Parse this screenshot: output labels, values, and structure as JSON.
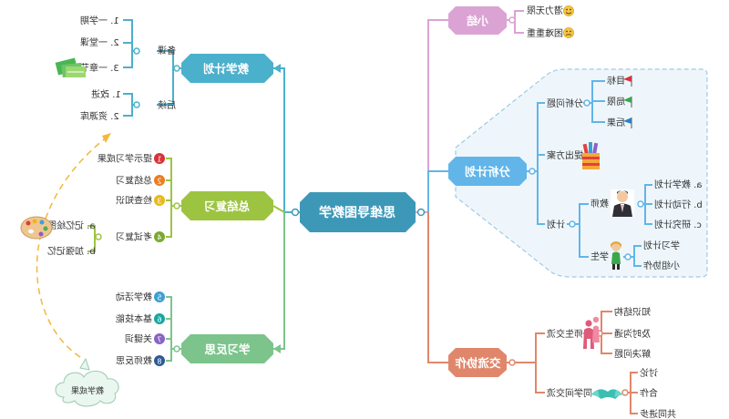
{
  "center": {
    "label": "思维导图教学"
  },
  "branches": {
    "teaching_plan": {
      "label": "教学计划",
      "groups": [
        {
          "label": "备课",
          "items": [
            "1. 一学期",
            "2. 一堂课",
            "3. 一章节"
          ]
        },
        {
          "label": "后续",
          "items": [
            "1. 改进",
            "2. 资源库"
          ]
        }
      ]
    },
    "summary_review": {
      "label": "总结复习",
      "items": [
        "提示学习成果",
        "总结复习",
        "检查知识",
        "考试复习"
      ],
      "numbers": [
        "1",
        "2",
        "3",
        "4"
      ],
      "sub_items": [
        "a. 记忆绘图",
        "b. 加强记忆"
      ]
    },
    "learning_reflection": {
      "label": "学习反思",
      "items": [
        "教学活动",
        "基本技能",
        "关键词",
        "教师反思"
      ],
      "numbers": [
        "5",
        "6",
        "7",
        "8"
      ],
      "cloud": "教学成果"
    },
    "summary": {
      "label": "小结",
      "items": [
        "潜力无限",
        "困难重重"
      ]
    },
    "analysis_plan": {
      "label": "分析计划",
      "analyze": {
        "label": "分析问题",
        "items": [
          "目标",
          "局限",
          "后果"
        ]
      },
      "propose": {
        "label": "提出方案"
      },
      "plan": {
        "label": "计划",
        "teacher": {
          "label": "教师",
          "items": [
            "a. 教学计划",
            "b. 行动计划",
            "c. 研究计划"
          ]
        },
        "student": {
          "label": "学生",
          "items": [
            "学习计划",
            "小组协作"
          ]
        }
      }
    },
    "collaboration": {
      "label": "交流协作",
      "teacher_exchange": {
        "label": "师生交流",
        "items": [
          "知识结构",
          "及时沟通",
          "解决问题"
        ]
      },
      "peer_exchange": {
        "label": "同学间交流",
        "items": [
          "讨论",
          "合作",
          "共同进步"
        ]
      }
    }
  },
  "colors": {
    "center": "#3d98b8",
    "teaching_plan": "#4bb0cc",
    "summary_review": "#9dc441",
    "learning_reflection": "#7cc48c",
    "summary": "#dba3d3",
    "analysis_plan": "#62b5e8",
    "collaboration": "#e0876b",
    "badges": [
      "#d9323a",
      "#ea7d22",
      "#e9b81a",
      "#7aa932",
      "#3d9fd2",
      "#19a6a2",
      "#8a63c6",
      "#2d5a97"
    ]
  },
  "icons": {
    "books": "books-icon",
    "palette": "palette-icon",
    "cloud": "cloud-icon",
    "smiley": "smiley-icon",
    "flag": "flag-icon",
    "pencils": "pencil-cup-icon",
    "teacher": "teacher-icon",
    "student": "student-icon",
    "people": "people-icon",
    "handshake": "handshake-icon"
  }
}
